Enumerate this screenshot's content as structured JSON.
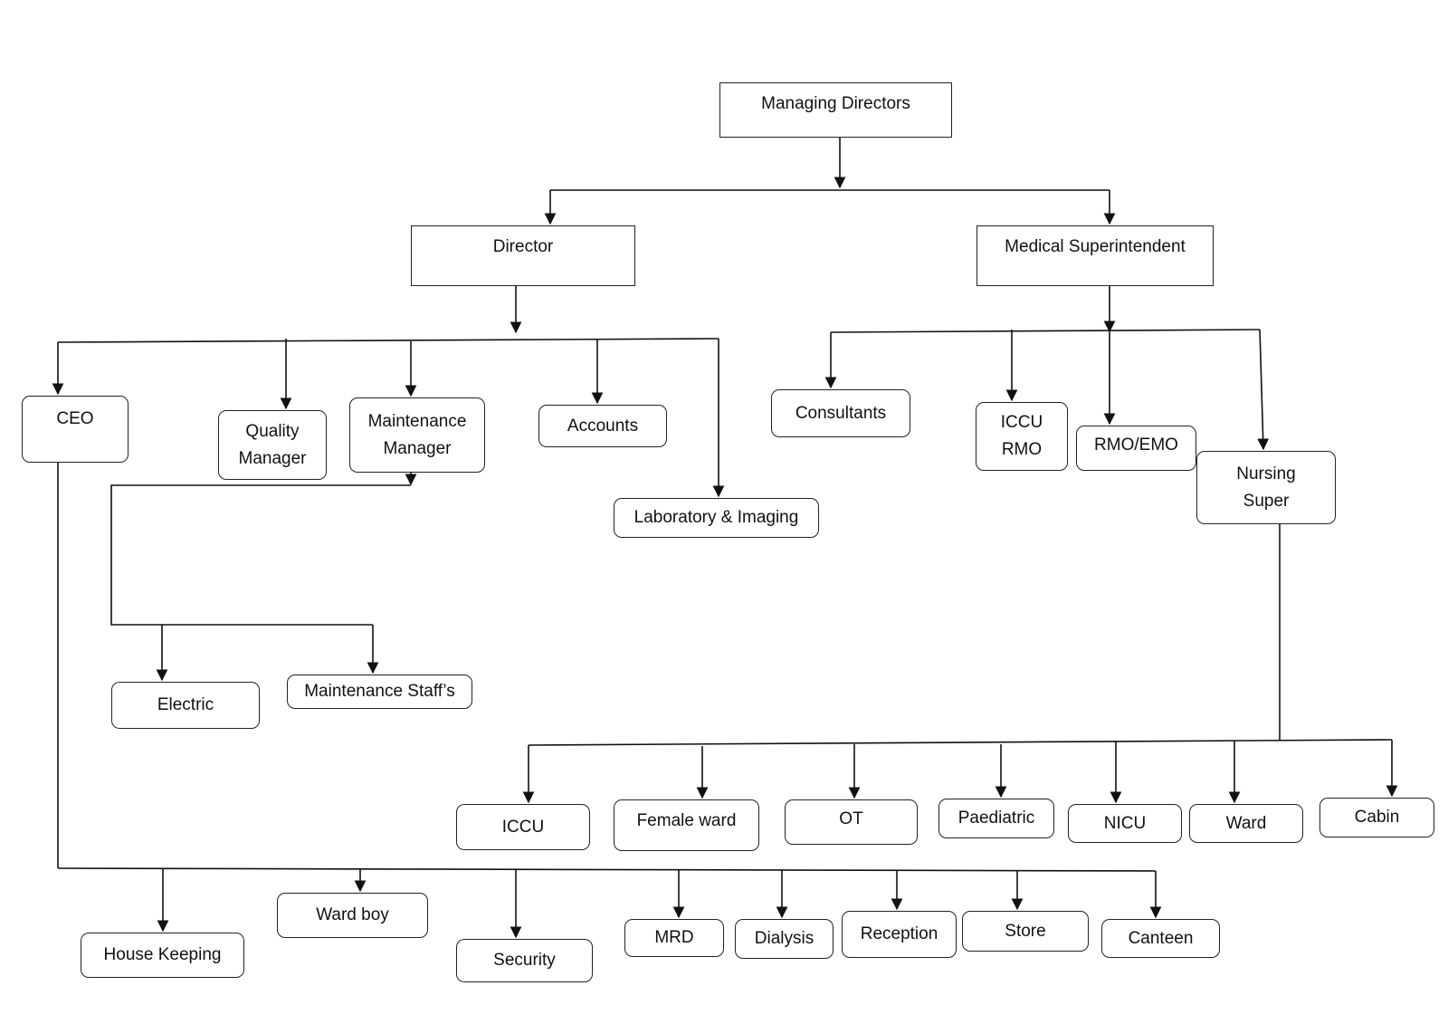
{
  "nodes": {
    "managing_directors": "Managing Directors",
    "director": "Director",
    "medical_superintendent": "Medical Superintendent",
    "ceo": "CEO",
    "quality_manager": "Quality\nManager",
    "maintenance_manager": "Maintenance\nManager",
    "accounts": "Accounts",
    "laboratory_imaging": "Laboratory & Imaging",
    "electric": "Electric",
    "maintenance_staffs": "Maintenance Staff’s",
    "consultants": "Consultants",
    "iccu_rmo": "ICCU\nRMO",
    "rmo_emo": "RMO/EMO",
    "nursing_super": "Nursing\nSuper",
    "iccu": "ICCU",
    "female_ward": "Female ward",
    "ot": "OT",
    "paediatric": "Paediatric",
    "nicu": "NICU",
    "ward": "Ward",
    "cabin": "Cabin",
    "house_keeping": "House Keeping",
    "ward_boy": "Ward boy",
    "security": "Security",
    "mrd": "MRD",
    "dialysis": "Dialysis",
    "reception": "Reception",
    "store": "Store",
    "canteen": "Canteen"
  },
  "edges": [
    {
      "from": "managing_directors",
      "to": "director"
    },
    {
      "from": "managing_directors",
      "to": "medical_superintendent"
    },
    {
      "from": "director",
      "to": "ceo"
    },
    {
      "from": "director",
      "to": "quality_manager"
    },
    {
      "from": "director",
      "to": "maintenance_manager"
    },
    {
      "from": "director",
      "to": "accounts"
    },
    {
      "from": "director",
      "to": "laboratory_imaging"
    },
    {
      "from": "maintenance_manager",
      "to": "electric"
    },
    {
      "from": "maintenance_manager",
      "to": "maintenance_staffs"
    },
    {
      "from": "medical_superintendent",
      "to": "consultants"
    },
    {
      "from": "medical_superintendent",
      "to": "iccu_rmo"
    },
    {
      "from": "medical_superintendent",
      "to": "rmo_emo"
    },
    {
      "from": "medical_superintendent",
      "to": "nursing_super"
    },
    {
      "from": "nursing_super",
      "to": "iccu"
    },
    {
      "from": "nursing_super",
      "to": "female_ward"
    },
    {
      "from": "nursing_super",
      "to": "ot"
    },
    {
      "from": "nursing_super",
      "to": "paediatric"
    },
    {
      "from": "nursing_super",
      "to": "nicu"
    },
    {
      "from": "nursing_super",
      "to": "ward"
    },
    {
      "from": "nursing_super",
      "to": "cabin"
    },
    {
      "from": "ceo",
      "to": "house_keeping"
    },
    {
      "from": "ceo",
      "to": "ward_boy"
    },
    {
      "from": "ceo",
      "to": "security"
    },
    {
      "from": "ceo",
      "to": "mrd"
    },
    {
      "from": "ceo",
      "to": "dialysis"
    },
    {
      "from": "ceo",
      "to": "reception"
    },
    {
      "from": "ceo",
      "to": "store"
    },
    {
      "from": "ceo",
      "to": "canteen"
    }
  ]
}
